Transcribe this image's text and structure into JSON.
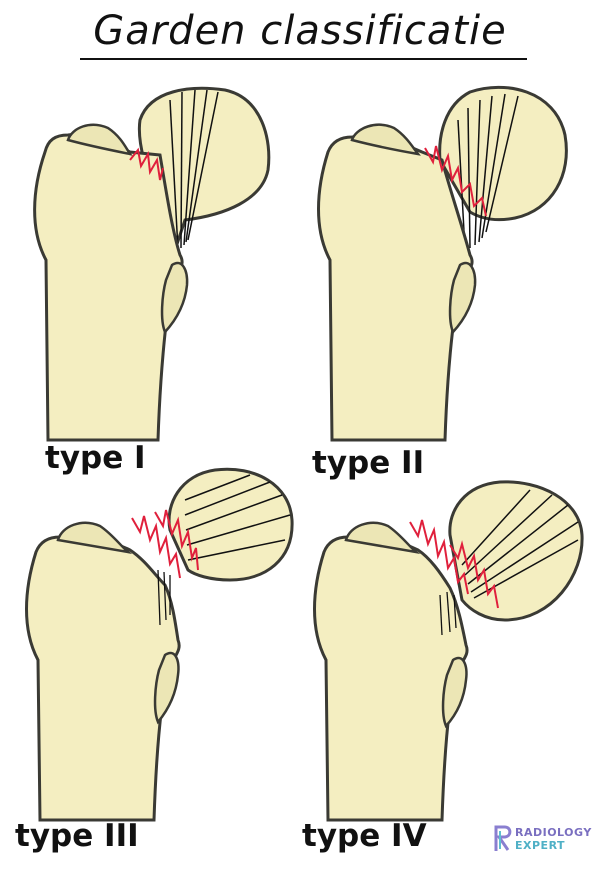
{
  "title": "Garden classificatie",
  "panels": [
    {
      "label": "type I"
    },
    {
      "label": "type II"
    },
    {
      "label": "type III"
    },
    {
      "label": "type IV"
    }
  ],
  "logo": {
    "line1": "RADIOLOGY",
    "line2": "EXPERT"
  },
  "colors": {
    "bone_fill": "#f4eec1",
    "outline": "#3a3a34",
    "fracture": "#e0203c",
    "trochanter_fill": "#ece6b5"
  }
}
